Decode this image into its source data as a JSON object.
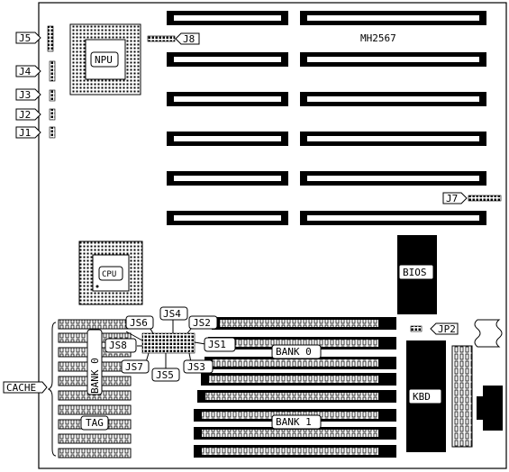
{
  "board": {
    "model": "MH2567"
  },
  "labels": {
    "j5": "J5",
    "j4": "J4",
    "j3": "J3",
    "j2": "J2",
    "j1": "J1",
    "j8": "J8",
    "j7": "J7",
    "jp2": "JP2",
    "npu": "NPU",
    "cpu": "CPU",
    "bios": "BIOS",
    "kbd": "KBD",
    "js1": "JS1",
    "js2": "JS2",
    "js3": "JS3",
    "js4": "JS4",
    "js5": "JS5",
    "js6": "JS6",
    "js7": "JS7",
    "js8": "JS8",
    "bank0": "BANK 0",
    "bank1": "BANK 1",
    "bank0_vertical": "BANK 0",
    "cache": "CACHE",
    "tag": "TAG"
  }
}
